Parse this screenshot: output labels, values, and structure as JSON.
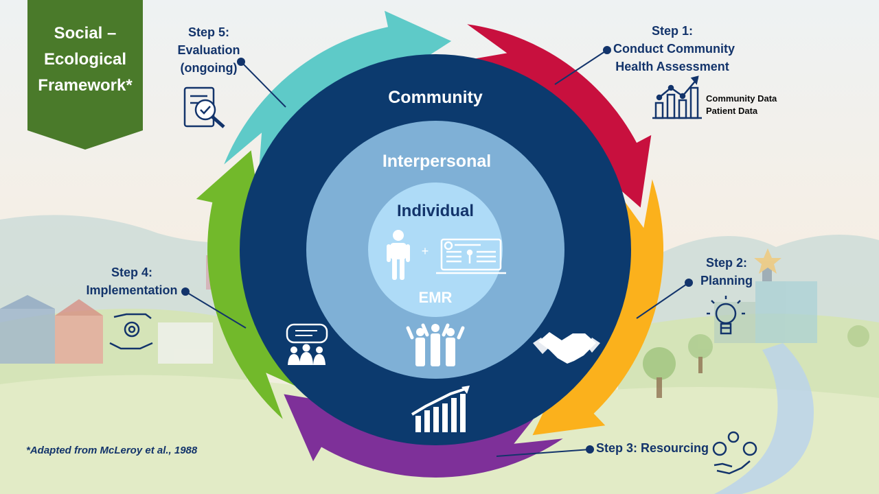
{
  "banner": {
    "line1": "Social –",
    "line2": "Ecological",
    "line3": "Framework*",
    "color": "#4a7a2a"
  },
  "rings": {
    "community": "Community",
    "interpersonal": "Interpersonal",
    "individual": "Individual",
    "emr": "EMR",
    "plus": "+"
  },
  "steps": {
    "step1": {
      "line1": "Step 1:",
      "line2": "Conduct Community",
      "line3": "Health Assessment",
      "color": "#c8103e"
    },
    "step2": {
      "line1": "Step 2:",
      "line2": "Planning",
      "color": "#fbb11c"
    },
    "step3": {
      "line1": "Step 3: Resourcing",
      "color": "#7e3099"
    },
    "step4": {
      "line1": "Step 4:",
      "line2": "Implementation",
      "color": "#72b92b"
    },
    "step5": {
      "line1": "Step 5:",
      "line2": "Evaluation",
      "line3": "(ongoing)",
      "color": "#5ecac8"
    }
  },
  "data_notes": {
    "line1": "Community Data",
    "line2": "Patient Data"
  },
  "footnote": "*Adapted from McLeroy et al., 1988",
  "colors": {
    "outer_ring": "#0c3a6e",
    "middle_ring": "#7fb0d6",
    "inner_ring": "#aedbf7",
    "text": "#13346b"
  }
}
